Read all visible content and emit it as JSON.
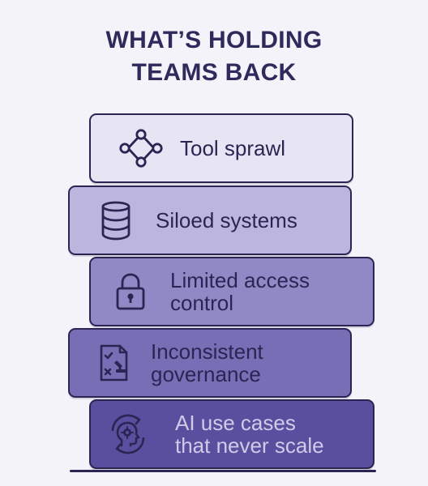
{
  "title": {
    "line1": "WHAT’S HOLDING",
    "line2": "TEAMS BACK"
  },
  "blocks": [
    {
      "line1": "Tool sprawl",
      "line2": "",
      "icon": "network-nodes-icon",
      "color": "#e7e5f3"
    },
    {
      "line1": "Siloed systems",
      "line2": "",
      "icon": "database-icon",
      "color": "#bcb6de"
    },
    {
      "line1": "Limited access",
      "line2": "control",
      "icon": "padlock-icon",
      "color": "#9189c6"
    },
    {
      "line1": "Inconsistent",
      "line2": "governance",
      "icon": "checklist-document-icon",
      "color": "#776eb5"
    },
    {
      "line1": "AI use cases",
      "line2": "that never scale",
      "icon": "ai-head-gear-icon",
      "color": "#5a4f9e"
    }
  ],
  "colors": {
    "outline": "#2a2553",
    "title": "#2e2a5c",
    "background": "#f4f3f9"
  }
}
